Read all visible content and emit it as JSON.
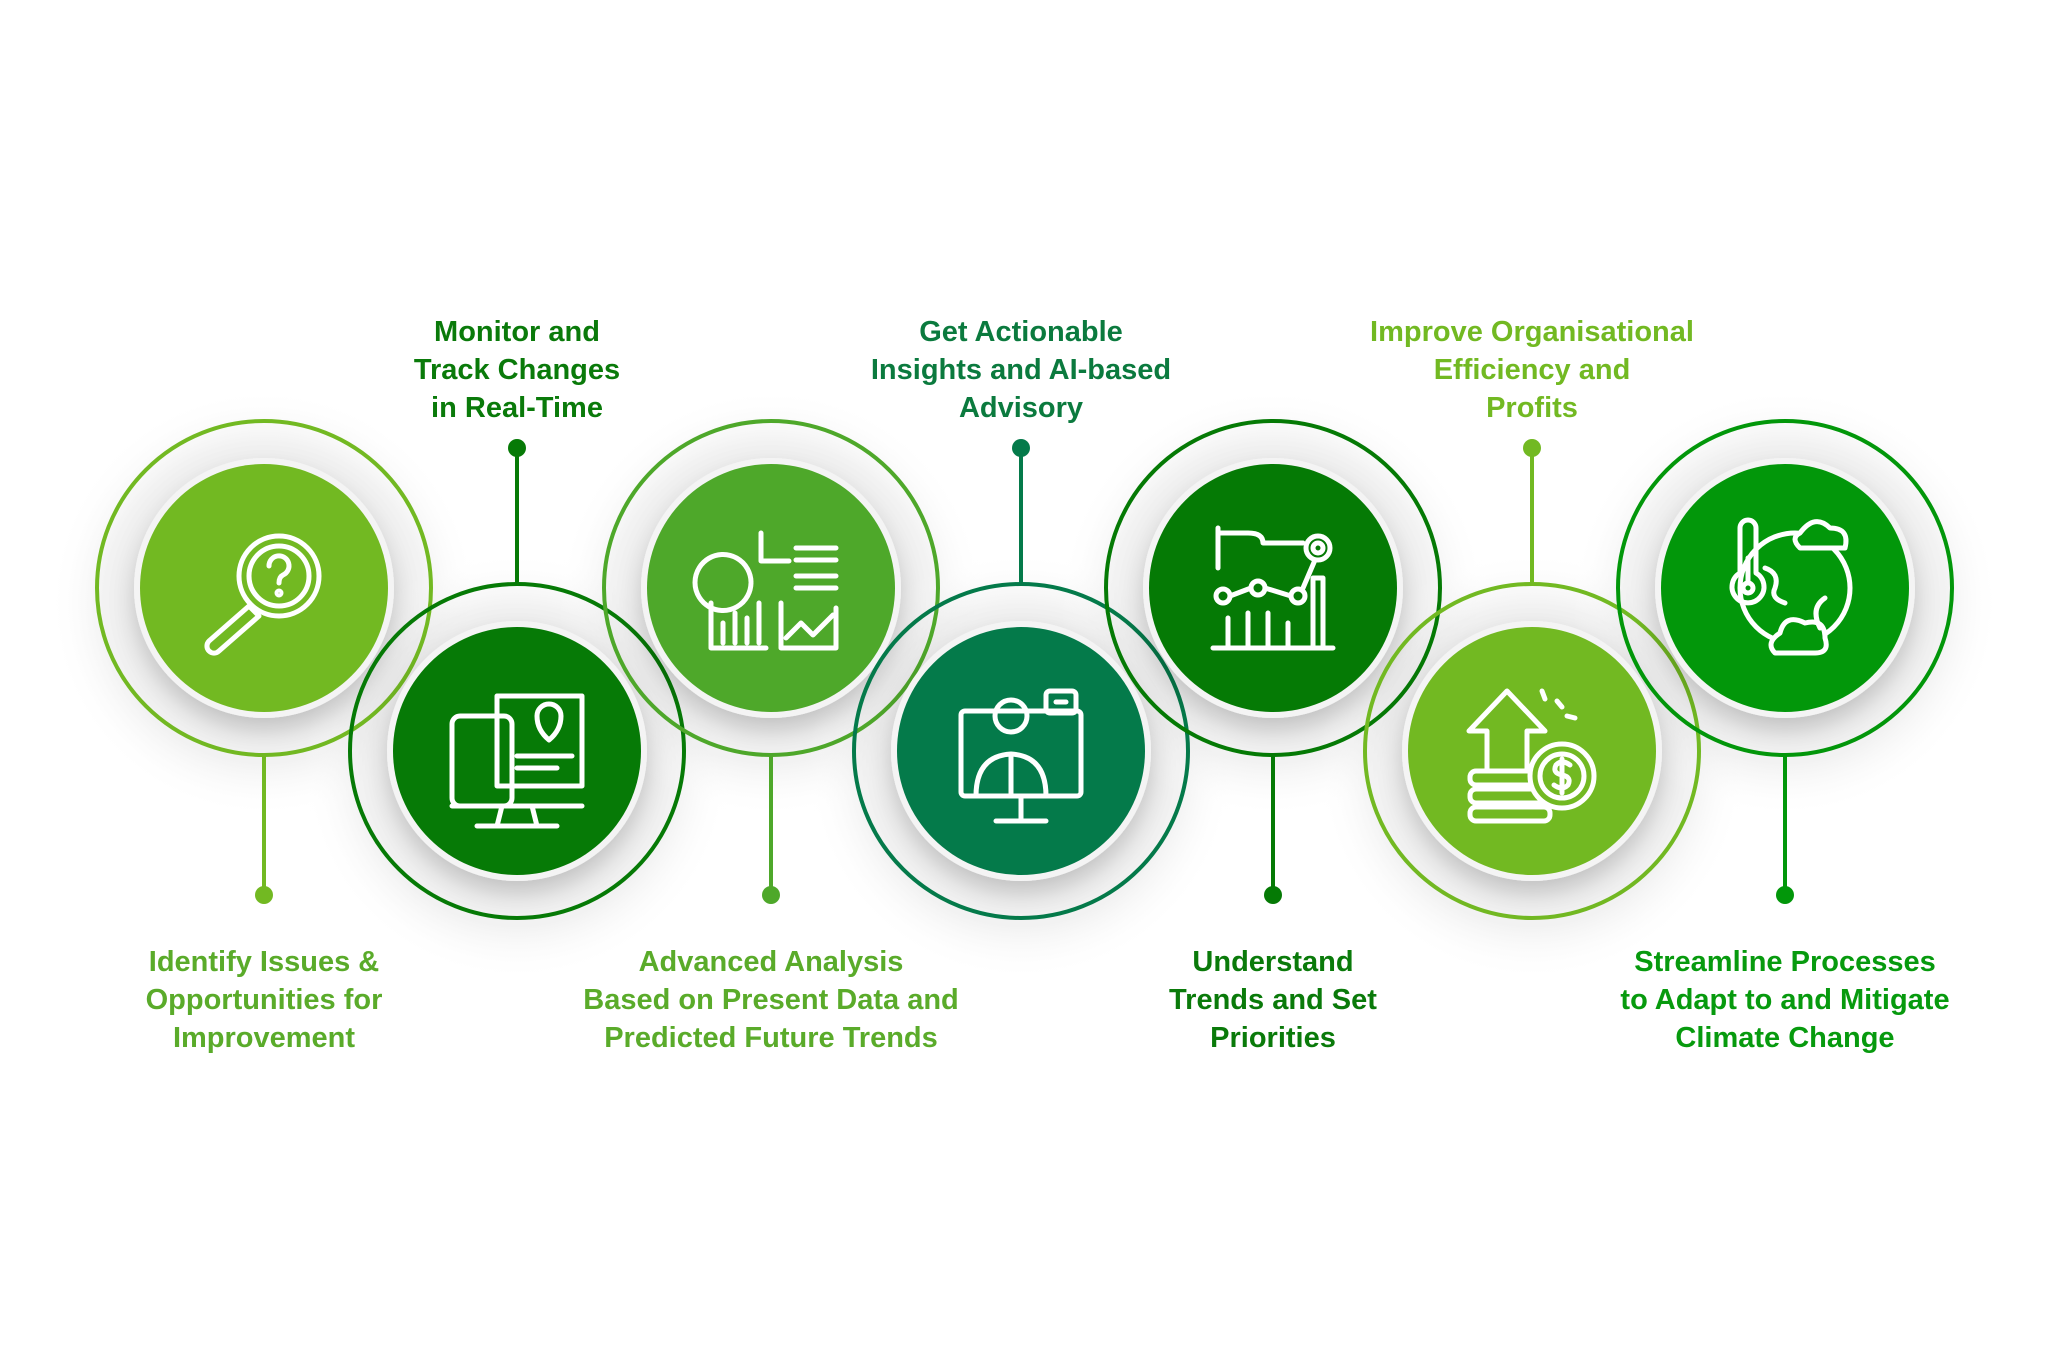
{
  "steps": [
    {
      "lines": [
        "Identify Issues &",
        "Opportunities for",
        "Improvement"
      ],
      "icon": "magnifier-question-icon",
      "color": "#72b922",
      "text_color": "#5aab2a",
      "position": "bottom"
    },
    {
      "lines": [
        "Monitor and",
        "Track Changes",
        "in Real-Time"
      ],
      "icon": "monitor-location-icon",
      "color": "#067a06",
      "text_color": "#0a7a0a",
      "position": "top"
    },
    {
      "lines": [
        "Advanced Analysis",
        "Based on Present Data and",
        "Predicted Future Trends"
      ],
      "icon": "charts-icon",
      "color": "#4ea82a",
      "text_color": "#5aab2a",
      "position": "bottom"
    },
    {
      "lines": [
        "Get Actionable",
        "Insights and AI-based",
        "Advisory"
      ],
      "icon": "advisor-presentation-icon",
      "color": "#047a4a",
      "text_color": "#0b7a3e",
      "position": "top"
    },
    {
      "lines": [
        "Understand",
        "Trends and Set",
        "Priorities"
      ],
      "icon": "trend-pointer-chart-icon",
      "color": "#057a05",
      "text_color": "#0a7a0a",
      "position": "bottom"
    },
    {
      "lines": [
        "Improve Organisational",
        "Efficiency and",
        "Profits"
      ],
      "icon": "coins-growth-icon",
      "color": "#72b922",
      "text_color": "#72b922",
      "position": "top"
    },
    {
      "lines": [
        "Streamline Processes",
        "to Adapt to and Mitigate",
        "Climate Change"
      ],
      "icon": "climate-globe-icon",
      "color": "#02970a",
      "text_color": "#079a0e",
      "position": "bottom"
    }
  ]
}
